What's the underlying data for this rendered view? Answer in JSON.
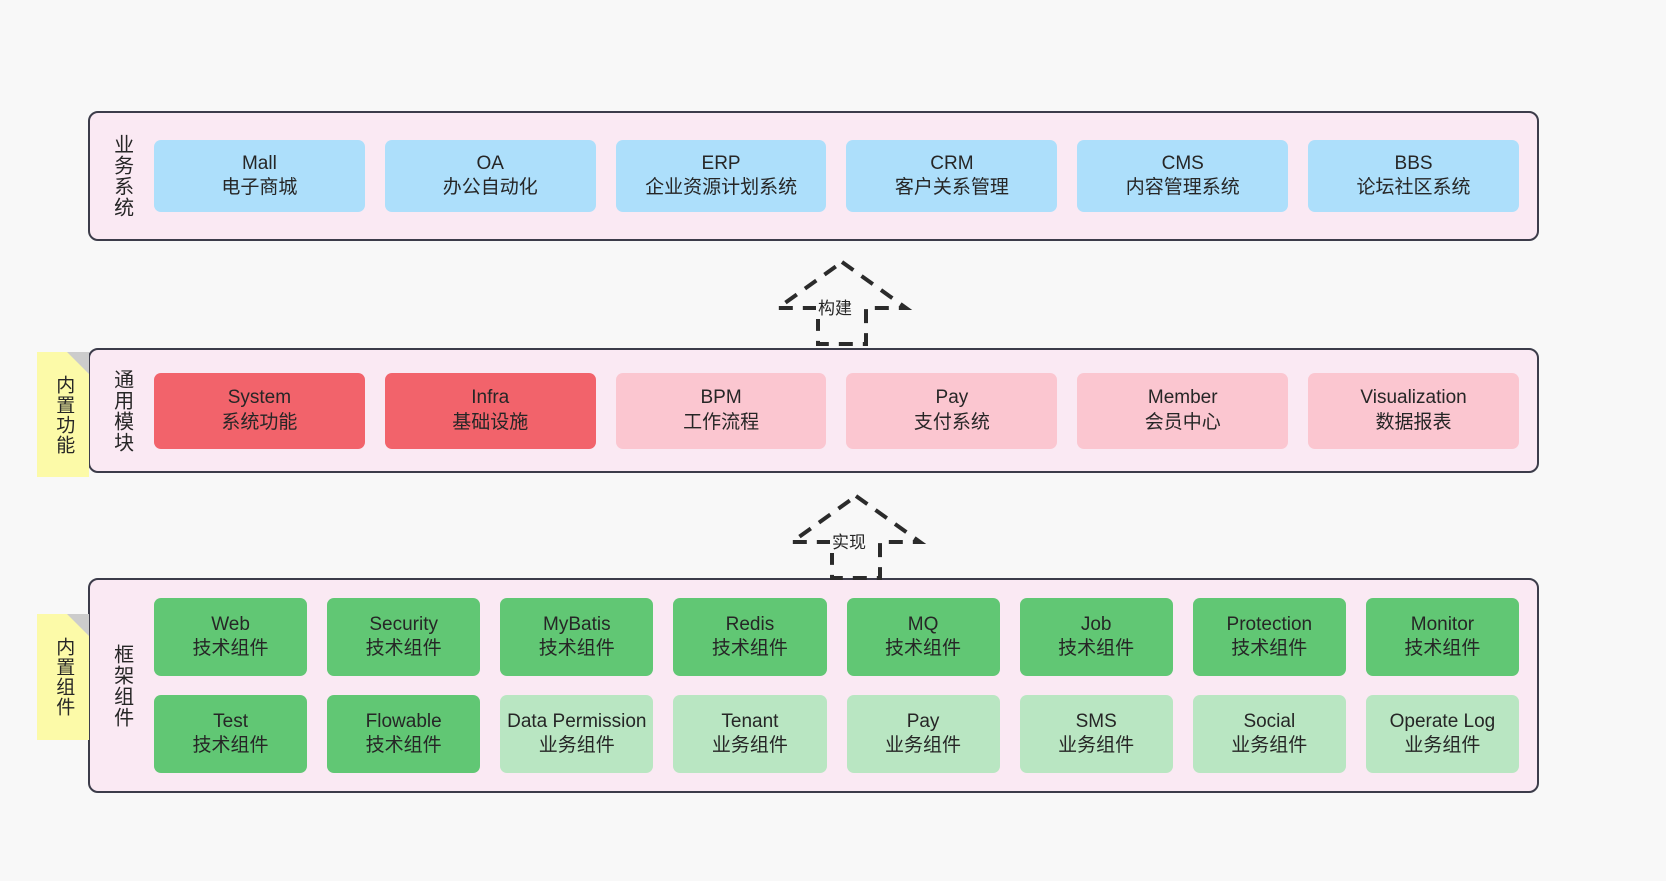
{
  "canvas": {
    "background": "#f8f8f8"
  },
  "palette": {
    "band_fill": "#fae9f3",
    "band_border": "#3c3c4a",
    "business_card": "#addffb",
    "module_strong": "#f2636b",
    "module_soft": "#fbc6d0",
    "tech_component": "#61c774",
    "biz_component": "#b9e6c2",
    "note_fill": "#fcfaa8",
    "note_fold": "#cccccc",
    "text": "#262626"
  },
  "notes": [
    {
      "id": "builtin-features",
      "label": "内置功能"
    },
    {
      "id": "builtin-components",
      "label": "内置组件"
    }
  ],
  "connectors": [
    {
      "id": "build",
      "label": "构建",
      "style": "dashed-hollow-arrow",
      "direction": "up"
    },
    {
      "id": "implement",
      "label": "实现",
      "style": "dashed-hollow-arrow",
      "direction": "up"
    }
  ],
  "bands": {
    "business": {
      "title": "业务系统",
      "fill": "#addffb",
      "cards": [
        {
          "name": "Mall",
          "desc": "电子商城"
        },
        {
          "name": "OA",
          "desc": "办公自动化"
        },
        {
          "name": "ERP",
          "desc": "企业资源计划系统"
        },
        {
          "name": "CRM",
          "desc": "客户关系管理"
        },
        {
          "name": "CMS",
          "desc": "内容管理系统"
        },
        {
          "name": "BBS",
          "desc": "论坛社区系统"
        }
      ]
    },
    "modules": {
      "title": "通用模块",
      "cards": [
        {
          "name": "System",
          "desc": "系统功能",
          "fill": "#f2636b"
        },
        {
          "name": "Infra",
          "desc": "基础设施",
          "fill": "#f2636b"
        },
        {
          "name": "BPM",
          "desc": "工作流程",
          "fill": "#fbc6d0"
        },
        {
          "name": "Pay",
          "desc": "支付系统",
          "fill": "#fbc6d0"
        },
        {
          "name": "Member",
          "desc": "会员中心",
          "fill": "#fbc6d0"
        },
        {
          "name": "Visualization",
          "desc": "数据报表",
          "fill": "#fbc6d0"
        }
      ]
    },
    "framework": {
      "title": "框架组件",
      "row1": [
        {
          "name": "Web",
          "desc": "技术组件",
          "fill": "#61c774"
        },
        {
          "name": "Security",
          "desc": "技术组件",
          "fill": "#61c774"
        },
        {
          "name": "MyBatis",
          "desc": "技术组件",
          "fill": "#61c774"
        },
        {
          "name": "Redis",
          "desc": "技术组件",
          "fill": "#61c774"
        },
        {
          "name": "MQ",
          "desc": "技术组件",
          "fill": "#61c774"
        },
        {
          "name": "Job",
          "desc": "技术组件",
          "fill": "#61c774"
        },
        {
          "name": "Protection",
          "desc": "技术组件",
          "fill": "#61c774"
        },
        {
          "name": "Monitor",
          "desc": "技术组件",
          "fill": "#61c774"
        }
      ],
      "row2": [
        {
          "name": "Test",
          "desc": "技术组件",
          "fill": "#61c774"
        },
        {
          "name": "Flowable",
          "desc": "技术组件",
          "fill": "#61c774"
        },
        {
          "name": "Data Permission",
          "desc": "业务组件",
          "fill": "#b9e6c2"
        },
        {
          "name": "Tenant",
          "desc": "业务组件",
          "fill": "#b9e6c2"
        },
        {
          "name": "Pay",
          "desc": "业务组件",
          "fill": "#b9e6c2"
        },
        {
          "name": "SMS",
          "desc": "业务组件",
          "fill": "#b9e6c2"
        },
        {
          "name": "Social",
          "desc": "业务组件",
          "fill": "#b9e6c2"
        },
        {
          "name": "Operate Log",
          "desc": "业务组件",
          "fill": "#b9e6c2"
        }
      ]
    }
  }
}
